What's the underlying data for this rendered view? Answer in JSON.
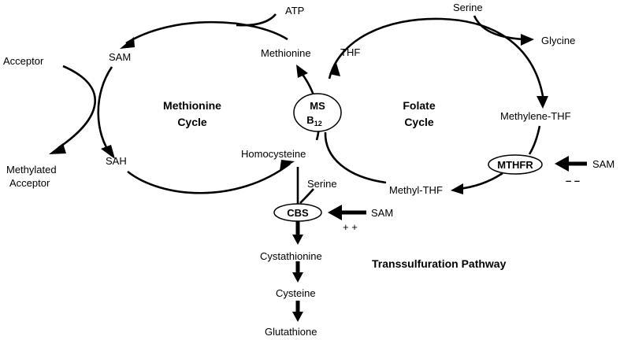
{
  "labels": {
    "atp": "ATP",
    "sam_top": "SAM",
    "acceptor": "Acceptor",
    "methionine": "Methionine",
    "methylated_acceptor_1": "Methylated",
    "methylated_acceptor_2": "Acceptor",
    "sah": "SAH",
    "homocysteine": "Homocysteine",
    "serine_top": "Serine",
    "glycine": "Glycine",
    "thf": "THF",
    "methylene_thf": "Methylene-THF",
    "methyl_thf": "Methyl-THF",
    "sam_mthfr": "SAM",
    "mthfr_sign": "– –",
    "serine_cbs": "Serine",
    "sam_cbs": "SAM",
    "cbs_sign": "+ +",
    "cystathionine": "Cystathionine",
    "cysteine": "Cysteine",
    "glutathione": "Glutathione"
  },
  "cycles": {
    "methionine_1": "Methionine",
    "methionine_2": "Cycle",
    "folate_1": "Folate",
    "folate_2": "Cycle"
  },
  "enzymes": {
    "ms": "MS",
    "b12_base": "B",
    "b12_sub": "12",
    "mthfr": "MTHFR",
    "cbs": "CBS"
  },
  "pathway_title": "Transsulfuration Pathway"
}
